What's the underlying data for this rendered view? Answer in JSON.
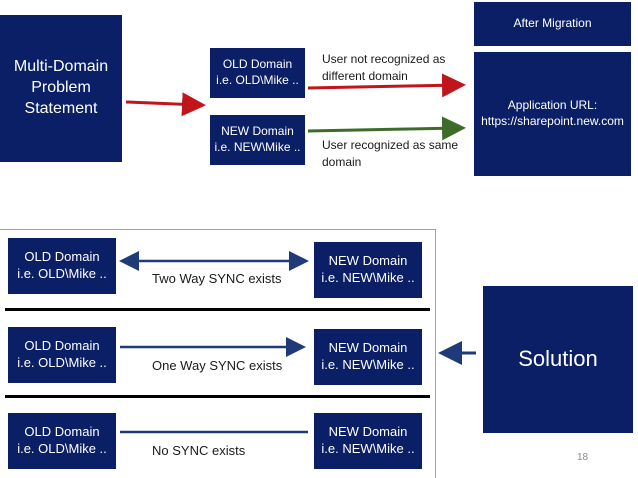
{
  "problem": {
    "statement": "Multi-Domain\nProblem\nStatement"
  },
  "top": {
    "old_box": "OLD Domain\ni.e. OLD\\Mike ..",
    "new_box": "NEW Domain\ni.e. NEW\\Mike ..",
    "red_caption": "User not recognized as\ndifferent domain",
    "green_caption": "User recognized as same\ndomain",
    "after_migration": "After Migration",
    "app_url": "Application URL:\nhttps://sharepoint.new.com"
  },
  "rows": [
    {
      "old": "OLD Domain\ni.e. OLD\\Mike ..",
      "new": "NEW Domain\ni.e. NEW\\Mike ..",
      "sync": "Two Way SYNC exists"
    },
    {
      "old": "OLD Domain\ni.e. OLD\\Mike ..",
      "new": "NEW Domain\ni.e. NEW\\Mike ..",
      "sync": "One Way SYNC exists"
    },
    {
      "old": "OLD Domain\ni.e. OLD\\Mike ..",
      "new": "NEW Domain\ni.e. NEW\\Mike ..",
      "sync": "No SYNC exists"
    }
  ],
  "solution": "Solution",
  "page_number": "18",
  "colors": {
    "box": "#0b1f66",
    "red_arrow": "#c0151c",
    "green_arrow": "#3e6b2a",
    "blue_arrow": "#1f3a78"
  }
}
